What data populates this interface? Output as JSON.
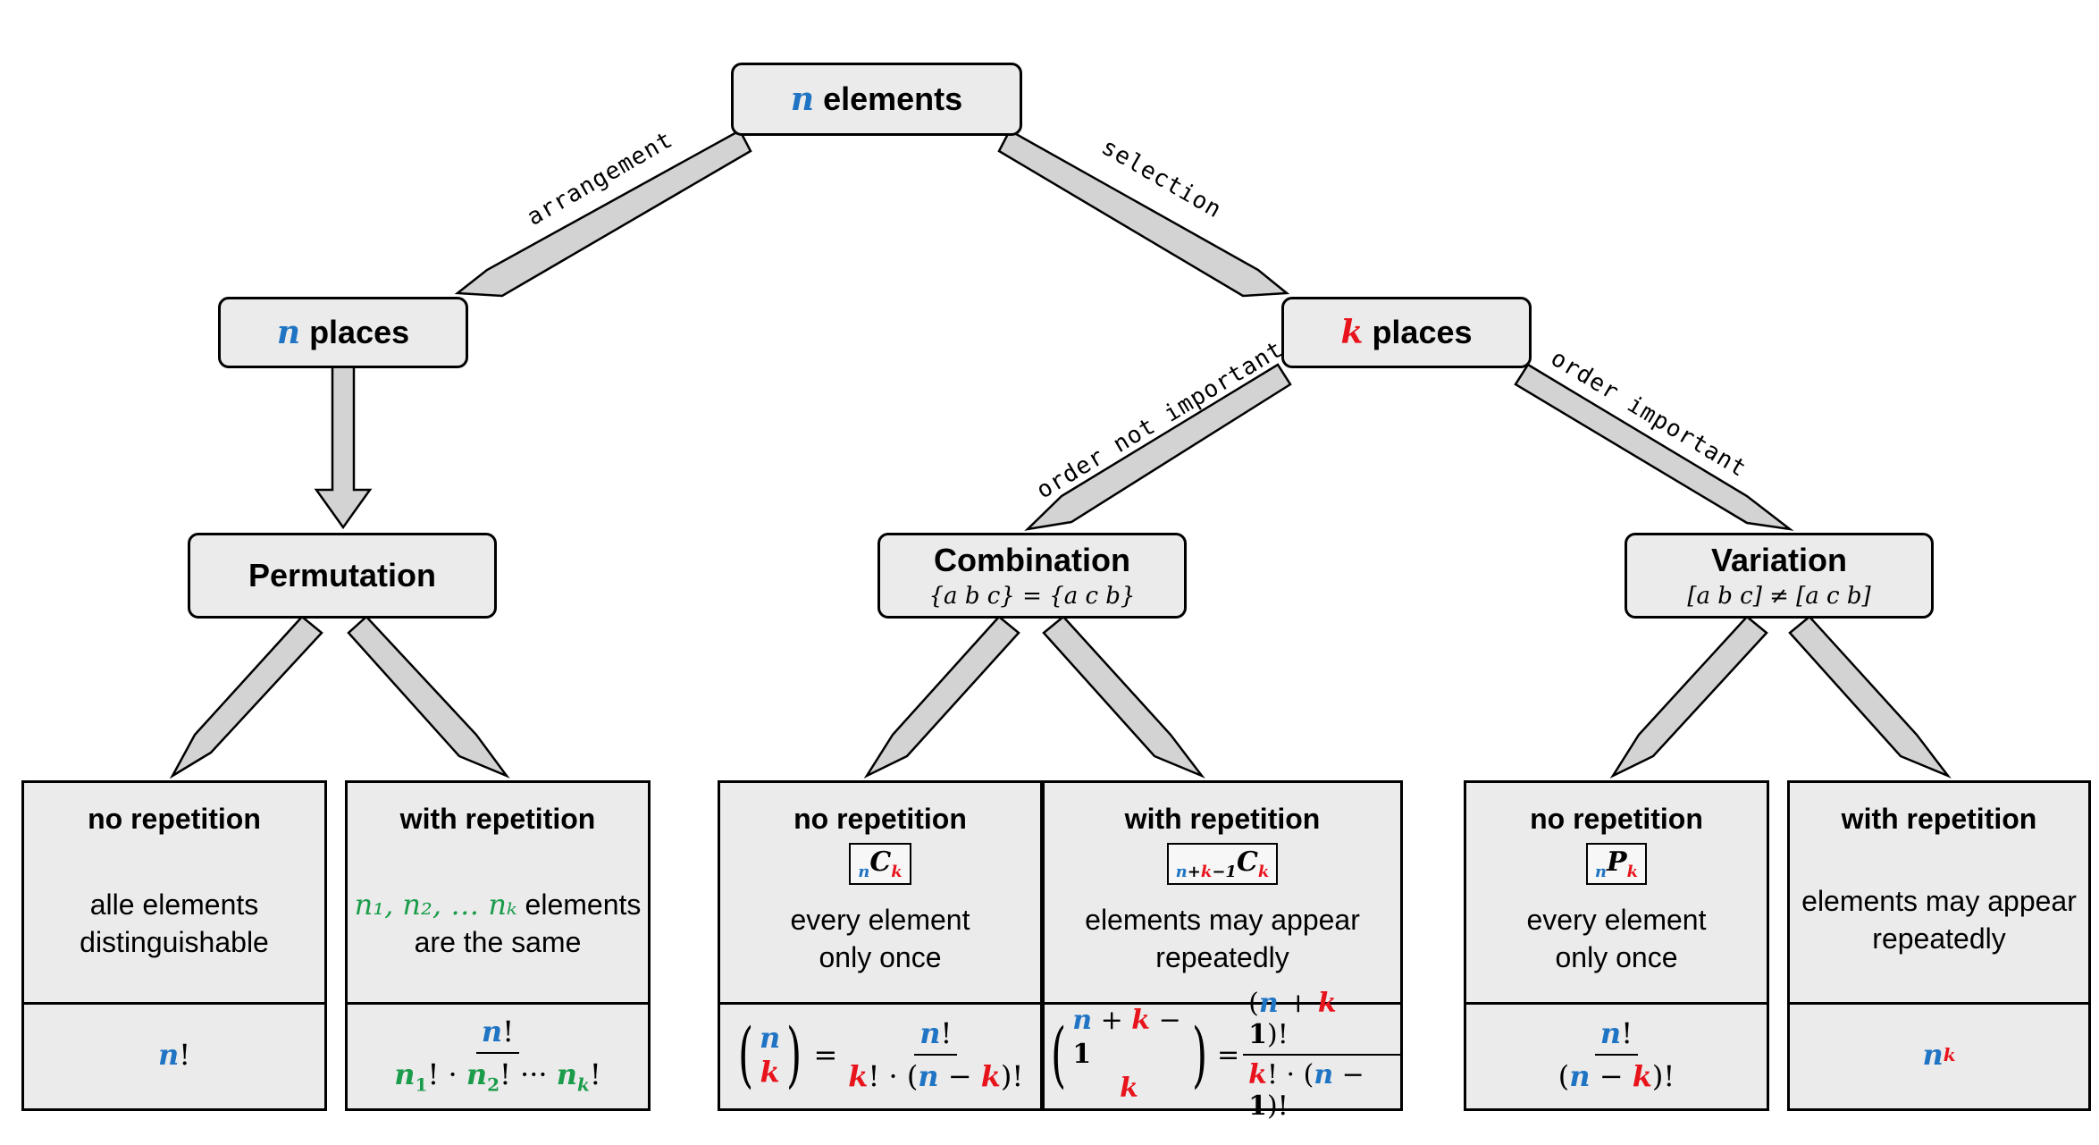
{
  "root": {
    "var": "n",
    "label": "elements"
  },
  "n_places": {
    "var": "n",
    "label": "places"
  },
  "k_places": {
    "var": "k",
    "label": "places"
  },
  "edges": {
    "arrangement": "arrangement",
    "selection": "selection",
    "order_not_important": "order not important",
    "order_important": "order important"
  },
  "permutation": {
    "title": "Permutation"
  },
  "combination": {
    "title": "Combination",
    "example": "{a b c} = {a c b}"
  },
  "variation": {
    "title": "Variation",
    "example": "[a b c] ≠ [a c b]"
  },
  "boxes": {
    "perm_no": {
      "head": "no repetition",
      "desc1": "alle elements",
      "desc2": "distinguishable",
      "formula_var": "n",
      "formula_op": "!"
    },
    "perm_with": {
      "head": "with repetition",
      "desc_vars": "n₁, n₂, … nₖ",
      "desc1": "elements",
      "desc2": "are the same"
    },
    "comb_no": {
      "head": "no repetition",
      "notation": "C",
      "desc1": "every element",
      "desc2": "only once"
    },
    "comb_with": {
      "head": "with repetition",
      "notation": "C",
      "desc1": "elements may appear",
      "desc2": "repeatedly"
    },
    "var_no": {
      "head": "no repetition",
      "notation": "P",
      "desc1": "every element",
      "desc2": "only once"
    },
    "var_with": {
      "head": "with repetition",
      "desc1": "elements may appear",
      "desc2": "repeatedly"
    }
  },
  "colors": {
    "n": "#1f74c4",
    "k": "#e8141c",
    "parts": "#1a9c4a",
    "arrow_fill": "#d3d3d3"
  }
}
